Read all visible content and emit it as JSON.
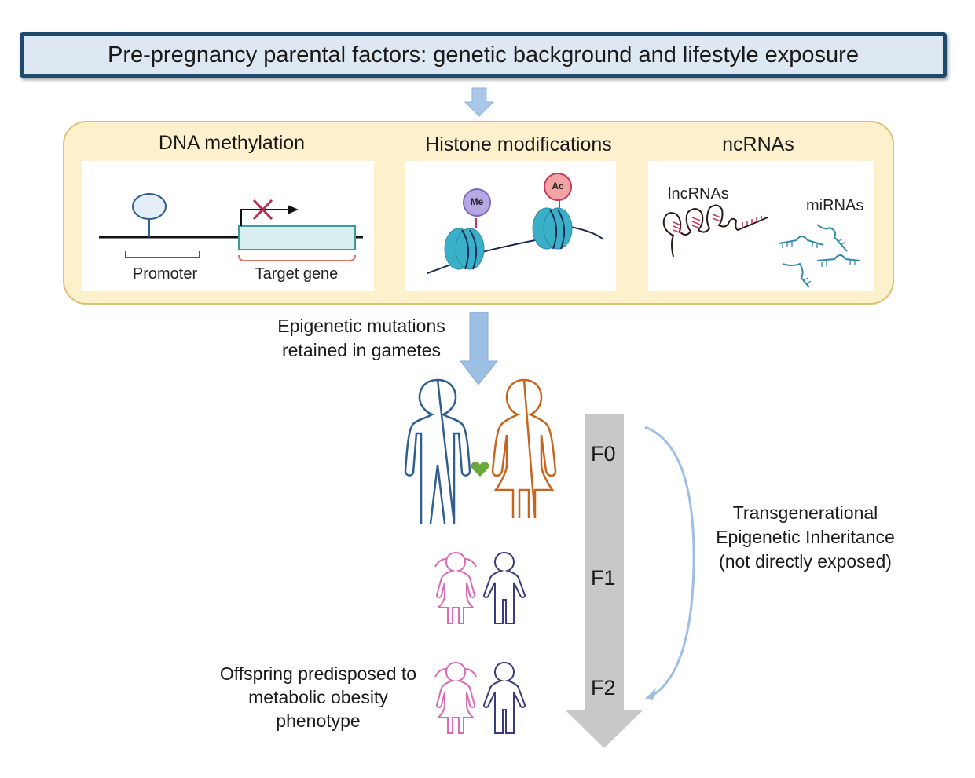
{
  "header": {
    "title": "Pre-pregnancy parental factors: genetic background and lifestyle exposure"
  },
  "mechanisms": {
    "dna_methylation": {
      "title": "DNA methylation",
      "promoter_label": "Promoter",
      "target_gene_label": "Target gene"
    },
    "histone_modifications": {
      "title": "Histone modifications",
      "me_label": "Me",
      "ac_label": "Ac"
    },
    "ncrnas": {
      "title": "ncRNAs",
      "lncrnas_label": "lncRNAs",
      "mirnas_label": "miRNAs"
    }
  },
  "gametes_text": {
    "line1": "Epigenetic mutations",
    "line2": "retained in gametes"
  },
  "generations": {
    "f0": "F0",
    "f1": "F1",
    "f2": "F2"
  },
  "inheritance_text": {
    "line1": "Transgenerational",
    "line2": "Epigenetic Inheritance",
    "line3": "(not directly exposed)"
  },
  "offspring_text": {
    "line1": "Offspring predisposed to",
    "line2": "metabolic obesity",
    "line3": "phenotype"
  },
  "colors": {
    "header_border": "#1f4a6e",
    "header_fill": "#dde8f3",
    "panel_fill": "#fcf0cd",
    "panel_border": "#d9c27a",
    "arrow_blue": "#9dbfe3",
    "gen_arrow_gray": "#c8c8c8",
    "father": "#2f5f8f",
    "mother": "#c8641e",
    "girl": "#d86bb4",
    "boy": "#3b3a7a",
    "heart": "#6aa83a",
    "nucleosome": "#3ab0c8",
    "me_badge": "#b6a8e3",
    "ac_badge": "#f2a4a4",
    "lncrna": "#c8365e",
    "mirna": "#2f8aa8"
  }
}
